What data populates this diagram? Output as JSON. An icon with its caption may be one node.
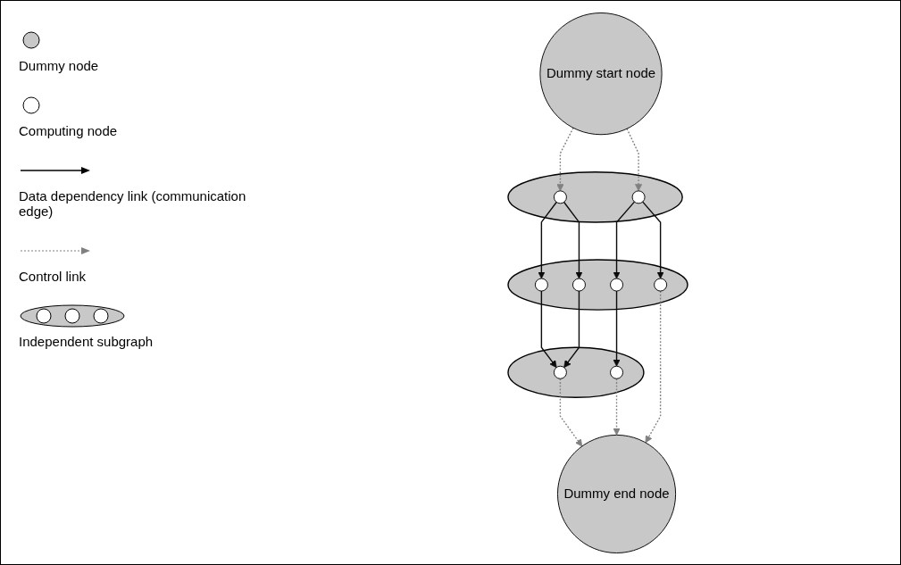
{
  "diagram": {
    "nodes": [
      {
        "text": [
          "Dummy start node"
        ]
      },
      {
        "text": [],
        "shape": "ellipse"
      },
      {
        "text": [],
        "shape": "circle",
        "in": 1
      },
      {
        "text": [],
        "shape": "circle",
        "in": 1
      },
      {
        "text": [],
        "shape": "ellipse"
      },
      {
        "text": [],
        "shape": "circle",
        "in": 4
      },
      {
        "text": [],
        "shape": "circle",
        "in": 4
      },
      {
        "text": [],
        "shape": "circle",
        "in": 4
      },
      {
        "text": [],
        "shape": "circle",
        "in": 4
      },
      {
        "text": [],
        "shape": "ellipse"
      },
      {
        "text": [],
        "shape": "circle",
        "in": 9
      },
      {
        "text": [],
        "shape": "circle",
        "in": 9
      },
      {
        "text": [
          "Dummy end node"
        ]
      }
    ],
    "edges": [
      {
        "from": 0,
        "to": 2,
        "arrow": "to",
        "style": "dashed",
        "color": "#808080"
      },
      {
        "from": 0,
        "to": 3,
        "arrow": "to",
        "style": "dashed",
        "color": "#808080"
      },
      {
        "from": 2,
        "to": 5,
        "arrow": "to"
      },
      {
        "from": 2,
        "to": 6,
        "arrow": "to"
      },
      {
        "from": 3,
        "to": 7,
        "arrow": "to"
      },
      {
        "from": 3,
        "to": 8,
        "arrow": "to"
      },
      {
        "from": 5,
        "to": 10,
        "arrow": "to"
      },
      {
        "from": 6,
        "to": 10,
        "arrow": "to"
      },
      {
        "from": 7,
        "to": 11,
        "arrow": "to"
      },
      {
        "from": 10,
        "to": 12,
        "arrow": "to",
        "style": "dashed",
        "color": "#808080"
      },
      {
        "from": 11,
        "to": 12,
        "arrow": "to",
        "style": "dashed",
        "color": "#808080"
      },
      {
        "from": 8,
        "to": 12,
        "arrow": "to",
        "style": "dashed",
        "color": "#808080"
      }
    ],
    "legend": [
      {
        "text": "Dummy node"
      },
      {
        "text": "Computing node"
      },
      {
        "text": "Data dependency link (communication edge)"
      },
      {
        "text": "Control link"
      },
      {
        "text": "Independent subgraph"
      }
    ]
  }
}
